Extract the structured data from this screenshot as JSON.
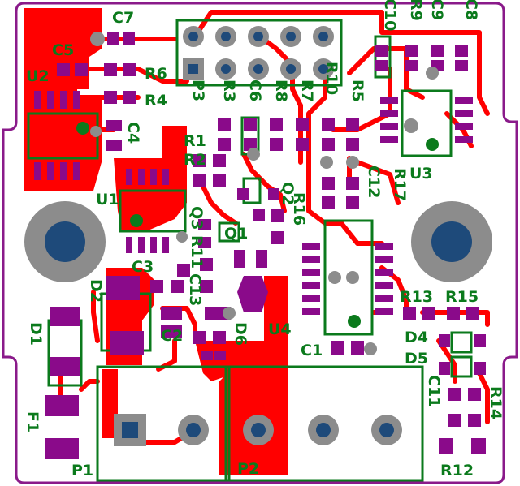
{
  "board": {
    "colors": {
      "background": "#ffffff",
      "outline": "#8a1a8a",
      "copper": "#ff0000",
      "pad": "#8a0a8a",
      "silk": "#0b7a1c",
      "hole": "#1e4a7a",
      "hole_ring": "#8c8c8c"
    }
  },
  "designators": {
    "C7": "C7",
    "C5": "C5",
    "U2": "U2",
    "R6": "R6",
    "R4": "R4",
    "C4": "C4",
    "U1": "U1",
    "R1": "R1",
    "R2": "R2",
    "P3": "P3",
    "R3": "R3",
    "C6": "C6",
    "R8": "R8",
    "R7": "R7",
    "R10": "R10",
    "R5": "R5",
    "C10": "C10",
    "R9": "R9",
    "C9": "C9",
    "C8": "C8",
    "U3": "U3",
    "R17": "R17",
    "C12": "C12",
    "Q2": "Q2",
    "R16": "R16",
    "Q1": "Q1",
    "Q3": "Q3",
    "R11": "R11",
    "C3": "C3",
    "D2": "D2",
    "C13": "C13",
    "D1": "D1",
    "C2": "C2",
    "D6": "D6",
    "U4": "U4",
    "C1": "C1",
    "R13": "R13",
    "R15": "R15",
    "D4": "D4",
    "D5": "D5",
    "C11": "C11",
    "R14": "R14",
    "F1": "F1",
    "P1": "P1",
    "P2": "P2",
    "R12": "R12"
  }
}
